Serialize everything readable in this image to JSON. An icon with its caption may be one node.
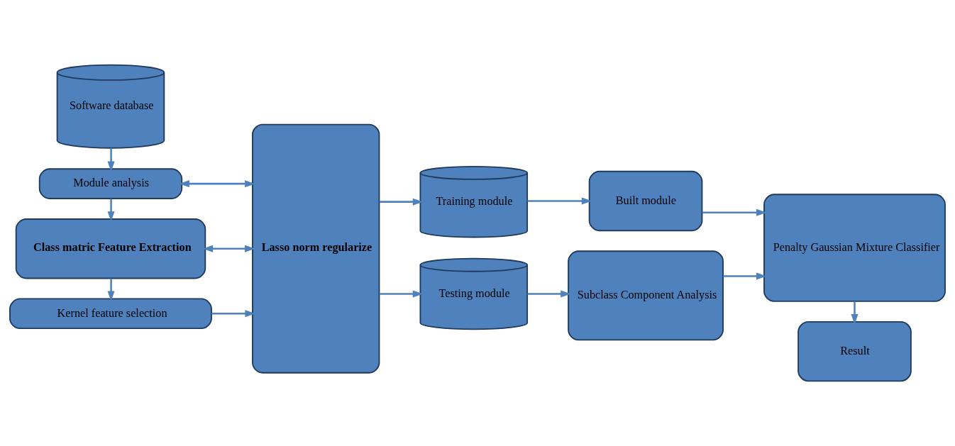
{
  "diagram": {
    "nodes": [
      {
        "text": [
          "Software database"
        ]
      },
      {
        "text": [
          "Module analysis"
        ]
      },
      {
        "text": [
          "Class matric Feature Extraction"
        ]
      },
      {
        "text": [
          "Kernel feature selection"
        ]
      },
      {
        "text": [
          "Lasso norm regularize"
        ]
      },
      {
        "text": [
          "Training module"
        ]
      },
      {
        "text": [
          "Testing module"
        ]
      },
      {
        "text": [
          "Built module"
        ]
      },
      {
        "text": [
          "Subclass Component Analysis"
        ]
      },
      {
        "text": [
          "Penalty Gaussian Mixture Classifier"
        ]
      },
      {
        "text": [
          "Result"
        ]
      }
    ],
    "edges": [
      {
        "from": 0,
        "to": 1,
        "arrow": "to"
      },
      {
        "from": 1,
        "to": 2,
        "arrow": "to"
      },
      {
        "from": 2,
        "to": 3,
        "arrow": "to"
      },
      {
        "from": 1,
        "to": 4,
        "arrow": "both"
      },
      {
        "from": 2,
        "to": 4,
        "arrow": "both"
      },
      {
        "from": 3,
        "to": 4,
        "arrow": "to"
      },
      {
        "from": 4,
        "to": 5,
        "arrow": "to"
      },
      {
        "from": 4,
        "to": 6,
        "arrow": "to"
      },
      {
        "from": 5,
        "to": 7,
        "arrow": "to"
      },
      {
        "from": 6,
        "to": 8,
        "arrow": "to"
      },
      {
        "from": 7,
        "to": 9,
        "arrow": "to"
      },
      {
        "from": 8,
        "to": 9,
        "arrow": "to"
      },
      {
        "from": 9,
        "to": 10,
        "arrow": "to"
      }
    ]
  }
}
